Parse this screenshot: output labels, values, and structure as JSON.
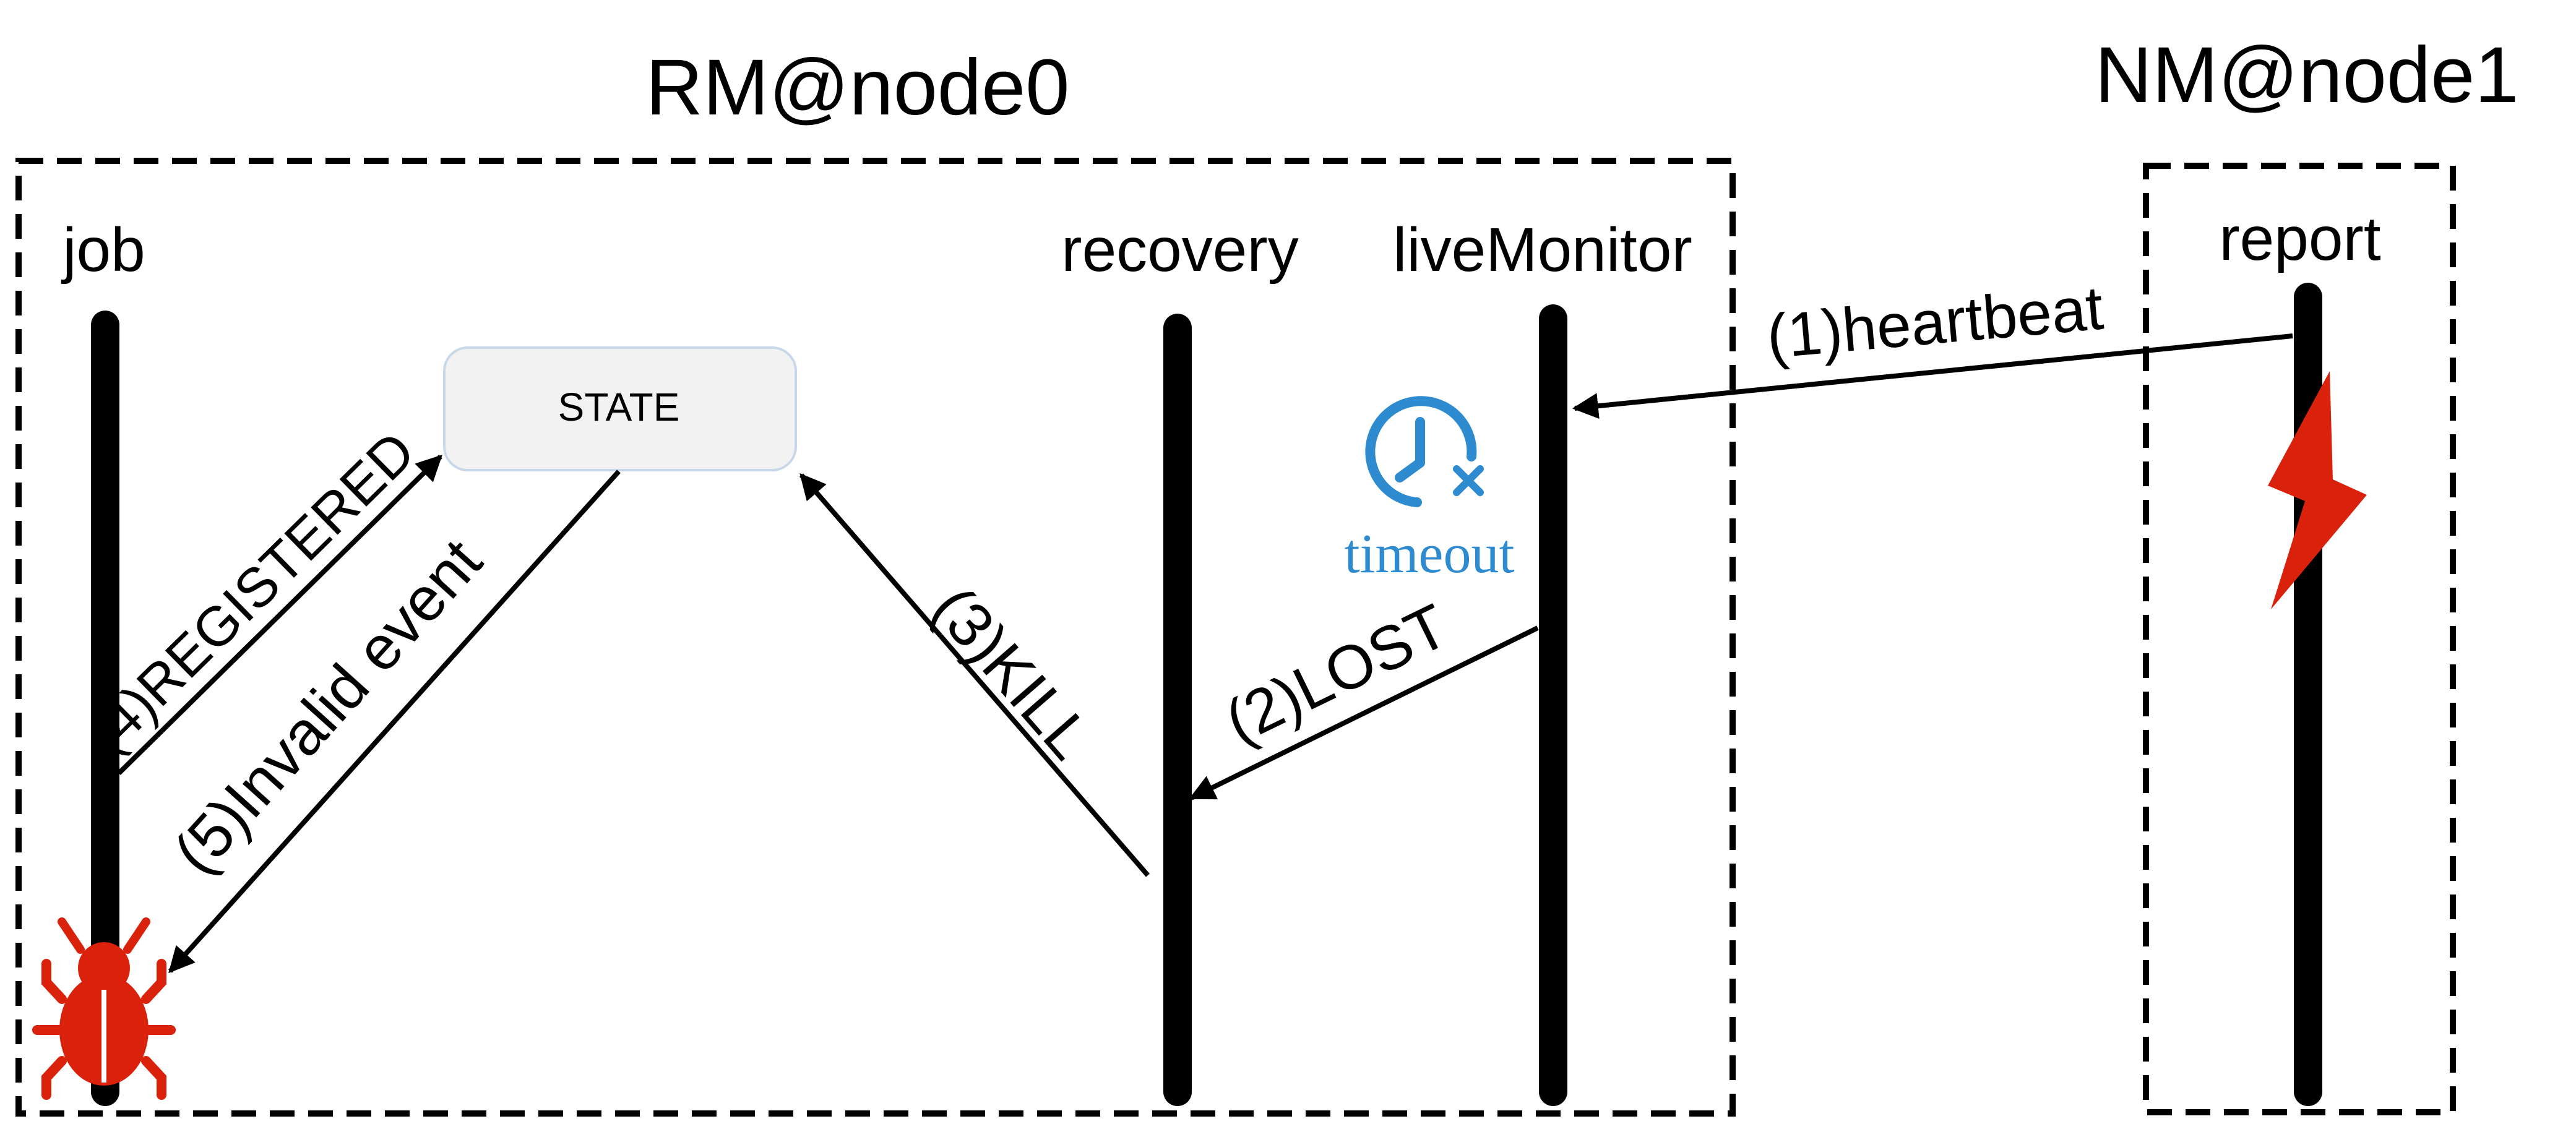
{
  "groups": {
    "rm": {
      "title": "RM@node0"
    },
    "nm": {
      "title": "NM@node1"
    }
  },
  "lifelines": {
    "job": "job",
    "recovery": "recovery",
    "liveMonitor": "liveMonitor",
    "report": "report"
  },
  "state_box": {
    "label": "STATE"
  },
  "messages": {
    "heartbeat": "(1)heartbeat",
    "lost": "(2)LOST",
    "kill": "(3)KILL",
    "registered": "(4)REGISTERED",
    "invalid": "(5)Invalid event"
  },
  "timeout": {
    "label": "timeout",
    "icon": "clock-timeout-icon",
    "color": "#2e8bd0"
  },
  "icons": {
    "failure": "lightning-icon",
    "bug": "bug-icon"
  },
  "colors": {
    "error": "#d9210c",
    "line": "#000000"
  }
}
